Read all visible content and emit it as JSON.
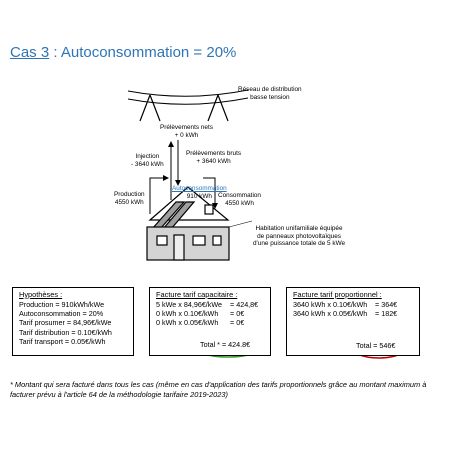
{
  "title": {
    "case": "Cas 3",
    "rest": " : Autoconsommation = 20%"
  },
  "diagram": {
    "network_l1": "Réseau de distribution",
    "network_l2": "basse tension",
    "net_l1": "Prélèvements nets",
    "net_l2": "+ 0 kWh",
    "inj_l1": "Injection",
    "inj_l2": "- 3640 kWh",
    "gross_l1": "Prélèvements bruts",
    "gross_l2": "+ 3640 kWh",
    "autocons_l1": "Autoconsommation",
    "autocons_l2": "910 kWh",
    "prod_l1": "Production",
    "prod_l2": "4550 kWh",
    "cons_l1": "Consommation",
    "cons_l2": "4550 kWh",
    "house_l1": "Habitation unifamiliale équipée",
    "house_l2": "de panneaux photovoltaïques",
    "house_l3": "d'une puissance totale de 5 kWe"
  },
  "hypotheses": {
    "header": "Hypothèses :",
    "lines": [
      "Production = 910kWh/kWe",
      "Autoconsommation = 20%",
      "Tarif prosumer = 84,96€/kWe",
      "Tarif distribution = 0.10€/kWh",
      "Tarif transport = 0.05€/kWh"
    ]
  },
  "capacitaire": {
    "header": "Facture tarif capacitaire :",
    "rows": [
      {
        "calc": "5 kWe x 84,96€/kWe",
        "res": "= 424,8€"
      },
      {
        "calc": "0 kWh x 0.10€/kWh",
        "res": "= 0€"
      },
      {
        "calc": "0 kWh x 0.05€/kWh",
        "res": "= 0€"
      }
    ],
    "total": "Total * = 424.8€"
  },
  "proportionnel": {
    "header": "Facture tarif proportionnel :",
    "rows": [
      {
        "calc": "3640 kWh x 0.10€/kWh",
        "res": "= 364€"
      },
      {
        "calc": "3640 kWh x 0.05€/kWh",
        "res": "= 182€"
      }
    ],
    "total": "Total = 546€"
  },
  "colors": {
    "title": "#2e75b6",
    "green_ellipse": "#3a9a2e",
    "red_ellipse": "#c00000"
  },
  "footnote": "* Montant qui sera facturé dans tous les cas (même en cas d'application des tarifs proportionnels grâce au montant maximum à facturer prévu à l'article 64 de la méthodologie tarifaire 2019-2023)"
}
